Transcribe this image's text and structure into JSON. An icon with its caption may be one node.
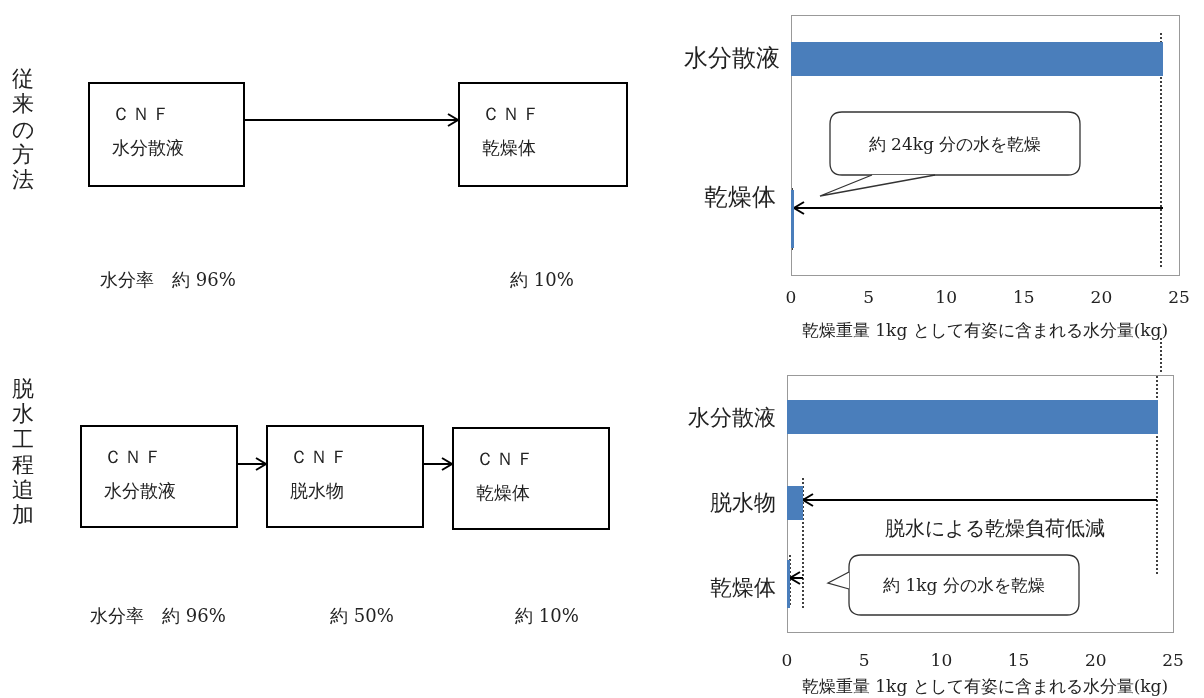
{
  "diagram": {
    "nodes": [
      {
        "text": [
          "ＣＮＦ",
          "水分散液"
        ]
      },
      {
        "text": [
          "ＣＮＦ",
          "乾燥体"
        ]
      },
      {
        "text": [
          "ＣＮＦ",
          "水分散液"
        ]
      },
      {
        "text": [
          "ＣＮＦ",
          "脱水物"
        ]
      },
      {
        "text": [
          "ＣＮＦ",
          "乾燥体"
        ]
      },
      {
        "text": [],
        "shape": "bar"
      },
      {
        "text": [],
        "shape": "bar"
      },
      {
        "text": [],
        "shape": "bar"
      },
      {
        "text": [],
        "shape": "bar"
      },
      {
        "text": [],
        "shape": "bar"
      },
      {
        "text": [
          "約 24kg 分の水を乾燥"
        ]
      },
      {
        "text": [
          "約 1kg 分の水を乾燥"
        ]
      }
    ],
    "edges": [
      {
        "from": 0,
        "to": 1,
        "arrow": "to"
      },
      {
        "from": 2,
        "to": 3,
        "arrow": "to"
      },
      {
        "from": 3,
        "to": 4,
        "arrow": "to"
      },
      {
        "from": null,
        "to": 6,
        "arrow": "to"
      },
      {
        "from": null,
        "to": 8,
        "arrow": "to",
        "label": "脱水による乾燥負荷低減"
      },
      {
        "from": null,
        "to": 9,
        "arrow": "to"
      }
    ],
    "labels": [
      "従来の方法",
      "水分散液",
      "乾燥体",
      "0",
      "5",
      "10",
      "15",
      "20",
      "25",
      "乾燥重量 1kg として有姿に含まれる水分量(kg)",
      "脱水工程追加",
      "水分散液",
      "脱水物",
      "乾燥体",
      "0",
      "5",
      "10",
      "15",
      "20",
      "25",
      "乾燥重量 1kg として有姿に含まれる水分量(kg)",
      "水分率　約 96%",
      "約 10%",
      "水分率　約 96%",
      "約 50%",
      "約 10%"
    ]
  }
}
